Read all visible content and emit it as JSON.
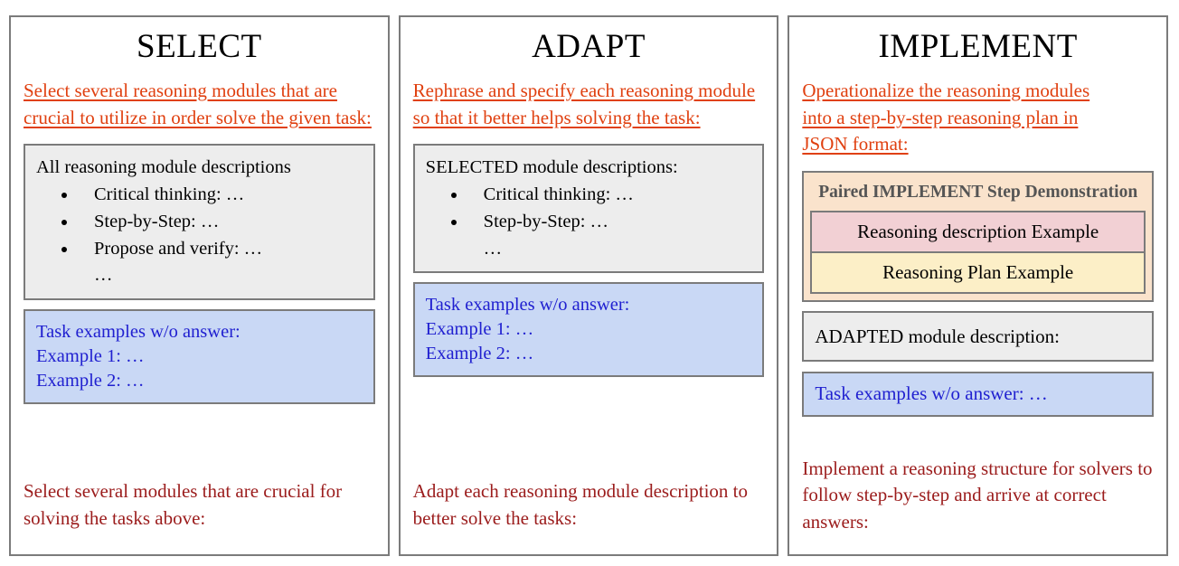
{
  "panels": [
    {
      "id": "select",
      "title": "SELECT",
      "prompt": "Select several reasoning modules that are crucial to utilize in order solve the given task:",
      "gray_box": {
        "heading": "All reasoning module descriptions",
        "items": [
          "Critical thinking: …",
          "Step-by-Step: …",
          "Propose and verify: …"
        ],
        "ellipsis": "…"
      },
      "blue_box": {
        "lines": [
          "Task examples w/o answer:",
          "Example 1: …",
          "Example 2: …"
        ]
      },
      "footer": "Select several modules that are crucial for solving the tasks above:"
    },
    {
      "id": "adapt",
      "title": "ADAPT",
      "prompt": "Rephrase and specify each reasoning module so that it better helps solving the task:",
      "gray_box": {
        "heading": "SELECTED module descriptions:",
        "items": [
          "Critical thinking: …",
          "Step-by-Step: …"
        ],
        "ellipsis": "…"
      },
      "blue_box": {
        "lines": [
          "Task examples w/o answer:",
          "Example 1: …",
          "Example 2: …"
        ]
      },
      "footer": "Adapt each reasoning module description to better solve the tasks:"
    },
    {
      "id": "implement",
      "title": "IMPLEMENT",
      "prompt": "Operationalize the reasoning modules into a step-by-step reasoning plan in JSON format:",
      "demo_box": {
        "title": "Paired IMPLEMENT Step Demonstration",
        "pink_label": "Reasoning description Example",
        "yellow_label": "Reasoning Plan Example"
      },
      "gray_box": {
        "heading": "ADAPTED module description:"
      },
      "blue_box": {
        "lines": [
          "Task examples w/o answer: …"
        ]
      },
      "footer": "Implement a reasoning structure for solvers to follow step-by-step and arrive at correct answers:"
    }
  ],
  "colors": {
    "prompt_orange": "#e04010",
    "footer_red": "#9b1c1c",
    "blue_text": "#2020d0",
    "blue_fill": "#c9d8f5",
    "gray_fill": "#ededed",
    "peach_fill": "#fae3cc",
    "pink_fill": "#f2d0d4",
    "yellow_fill": "#fcefc7",
    "border_gray": "#7b7b7b",
    "demo_title_gray": "#555555"
  }
}
